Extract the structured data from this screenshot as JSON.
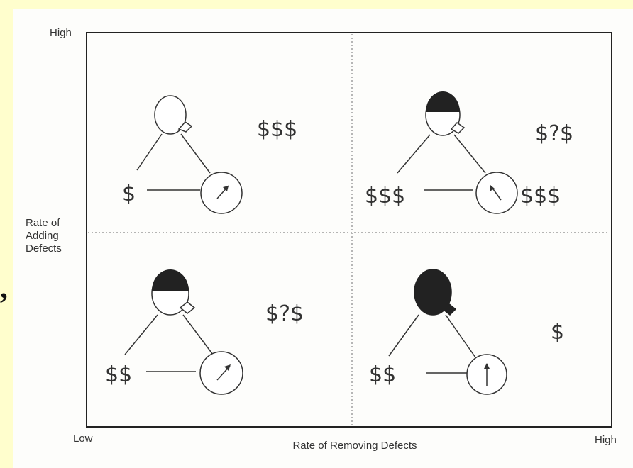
{
  "axes": {
    "y_high": "High",
    "y_label": "Rate of Adding Defects",
    "x_low": "Low",
    "x_high": "High",
    "x_label": "Rate of Removing Defects"
  },
  "side_mark": ",",
  "quadrants": {
    "top_left": {
      "cost": "$$$",
      "left_cost": "$",
      "right_cost": ""
    },
    "top_right": {
      "cost": "$?$",
      "left_cost": "$$$",
      "right_cost": "$$$"
    },
    "bottom_left": {
      "cost": "$?$",
      "left_cost": "$$",
      "right_cost": ""
    },
    "bottom_right": {
      "cost": "$",
      "left_cost": "$$",
      "right_cost": ""
    }
  }
}
